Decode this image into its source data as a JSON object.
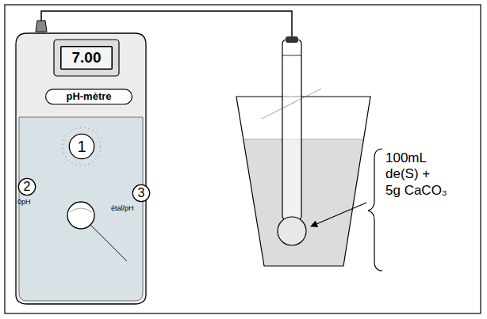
{
  "diagram": {
    "nodes": [
      {
        "text": [
          "7.00"
        ]
      },
      {
        "text": [
          "pH-mètre"
        ]
      },
      {
        "text": [
          "1"
        ]
      },
      {
        "text": [
          "2"
        ]
      },
      {
        "text": [
          "3"
        ]
      }
    ],
    "labels": [
      "0pH",
      "étal/pH",
      "100mL de(S) + 5g CaCO₃"
    ]
  }
}
